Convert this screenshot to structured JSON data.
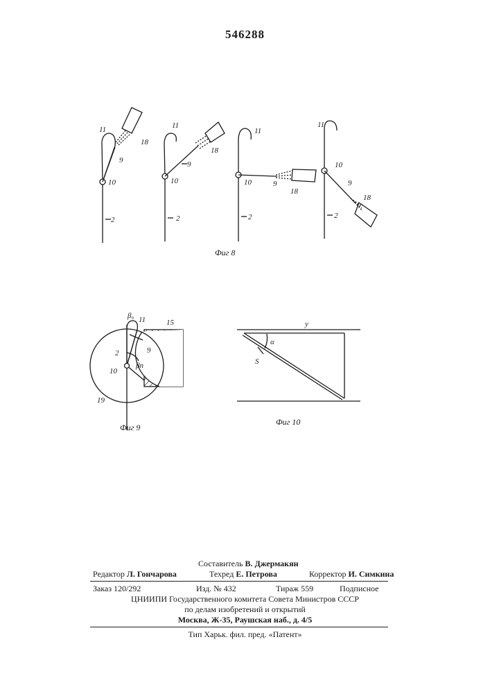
{
  "page_number": "546288",
  "fig8": {
    "caption": "Фиг 8",
    "labels": [
      "11",
      "18",
      "9",
      "10",
      "2",
      "11",
      "18",
      "9",
      "10",
      "2",
      "11",
      "10",
      "9",
      "18",
      "2",
      "11",
      "10",
      "9",
      "18",
      "2"
    ]
  },
  "fig9": {
    "caption": "Фиг 9",
    "labels": {
      "beta0": "β₀",
      "betan": "βn",
      "l11": "11",
      "l15": "15",
      "l2": "2",
      "l9": "9",
      "l10": "10",
      "l19": "19"
    }
  },
  "fig10": {
    "caption": "Фиг 10",
    "labels": {
      "y": "у",
      "alpha": "α",
      "s": "S"
    }
  },
  "imprint": {
    "compiler_label": "Составитель",
    "compiler_name": "В. Джермакян",
    "editor_label": "Редактор",
    "editor_name": "Л. Гончарова",
    "techred_label": "Техред",
    "techred_name": "Е. Петрова",
    "corrector_label": "Корректор",
    "corrector_name": "И. Симкина",
    "order": "Заказ 120/292",
    "edition": "Изд. № 432",
    "circulation": "Тираж 559",
    "subscription": "Подписное",
    "org_line1": "ЦНИИПИ Государственного комитета Совета Министров СССР",
    "org_line2": "по делам изобретений и открытий",
    "org_line3": "Москва, Ж-35, Раушская наб., д. 4/5",
    "printer": "Тип Харьк. фил. пред. «Патент»"
  }
}
